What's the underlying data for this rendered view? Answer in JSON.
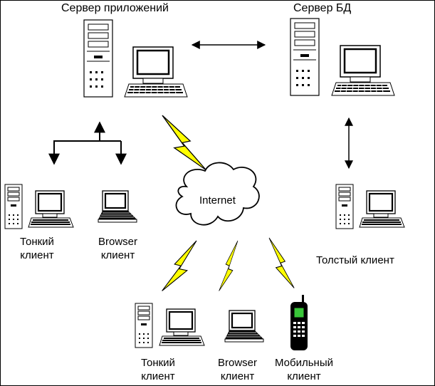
{
  "nodes": {
    "app_server": {
      "label": "Сервер приложений",
      "icon": "server-computer-icon"
    },
    "db_server": {
      "label": "Сервер БД",
      "icon": "server-computer-icon"
    },
    "internet": {
      "label": "Internet",
      "icon": "cloud-icon"
    },
    "thin_client_left": {
      "line1": "Тонкий",
      "line2": "клиент",
      "icon": "desktop-computer-icon"
    },
    "browser_client_left": {
      "line1": "Browser",
      "line2": "клиент",
      "icon": "laptop-icon"
    },
    "thick_client": {
      "label": "Толстый клиент",
      "icon": "desktop-computer-icon"
    },
    "thin_client_bottom": {
      "line1": "Тонкий",
      "line2": "клиент",
      "icon": "desktop-computer-icon"
    },
    "browser_client_bottom": {
      "line1": "Browser",
      "line2": "клиент",
      "icon": "laptop-icon"
    },
    "mobile_client": {
      "line1": "Мобильный",
      "line2": "клиент",
      "icon": "mobile-phone-icon"
    }
  },
  "colors": {
    "lightning": "#ffff00",
    "stroke": "#000000",
    "screen": "#ffffff",
    "phone": "#000000",
    "phone_screen": "#39c639"
  }
}
